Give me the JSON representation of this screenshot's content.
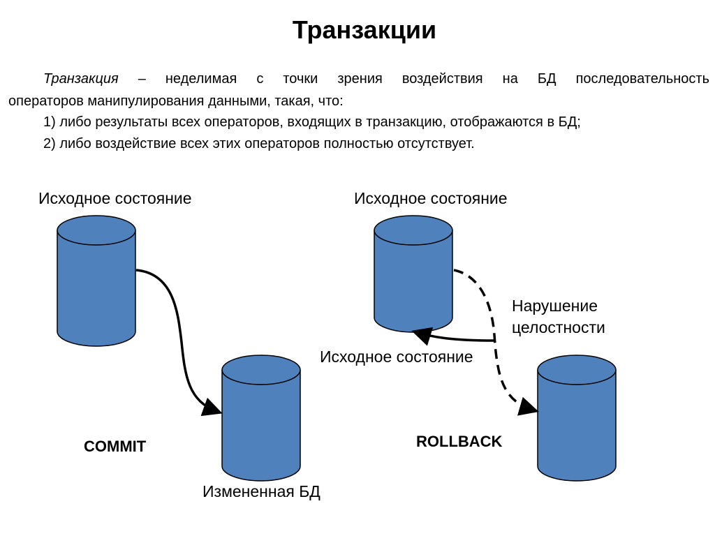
{
  "title": "Транзакции",
  "definition": {
    "term": "Транзакция",
    "rest": " – неделимая с точки зрения воздействия на БД последовательность",
    "line2": "операторов манипулирования данными, такая, что:",
    "items": [
      "1) либо результаты всех операторов, входящих в транзакцию, отображаются в БД;",
      "2) либо воздействие всех этих операторов полностью отсутствует."
    ]
  },
  "commit_diagram": {
    "source_label": "Исходное состояние",
    "target_label": "Измененная БД",
    "operation": "COMMIT"
  },
  "rollback_diagram": {
    "source_label": "Исходное состояние",
    "return_label": "Исходное состояние",
    "violation_label_line1": "Нарушение",
    "violation_label_line2": "целостности",
    "operation": "ROLLBACK"
  },
  "colors": {
    "cylinder_fill": "#4f81bd",
    "stroke": "#000000"
  }
}
